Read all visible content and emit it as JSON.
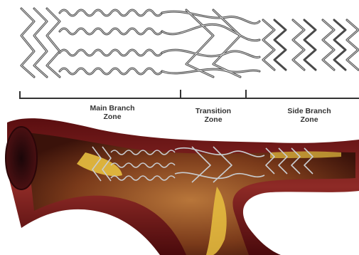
{
  "zones": [
    {
      "line1": "Main Branch",
      "line2": "Zone"
    },
    {
      "line1": "Transition",
      "line2": "Zone"
    },
    {
      "line1": "Side Branch",
      "line2": "Zone"
    }
  ],
  "colors": {
    "strut": "#4a4a4a",
    "strut_highlight": "#dcdcdc",
    "vessel_wall": "#7a1c1c",
    "vessel_dark": "#3a0a0a",
    "vessel_lumen": "#8a4a22",
    "plaque": "#e8c040",
    "bracket": "#333333"
  }
}
